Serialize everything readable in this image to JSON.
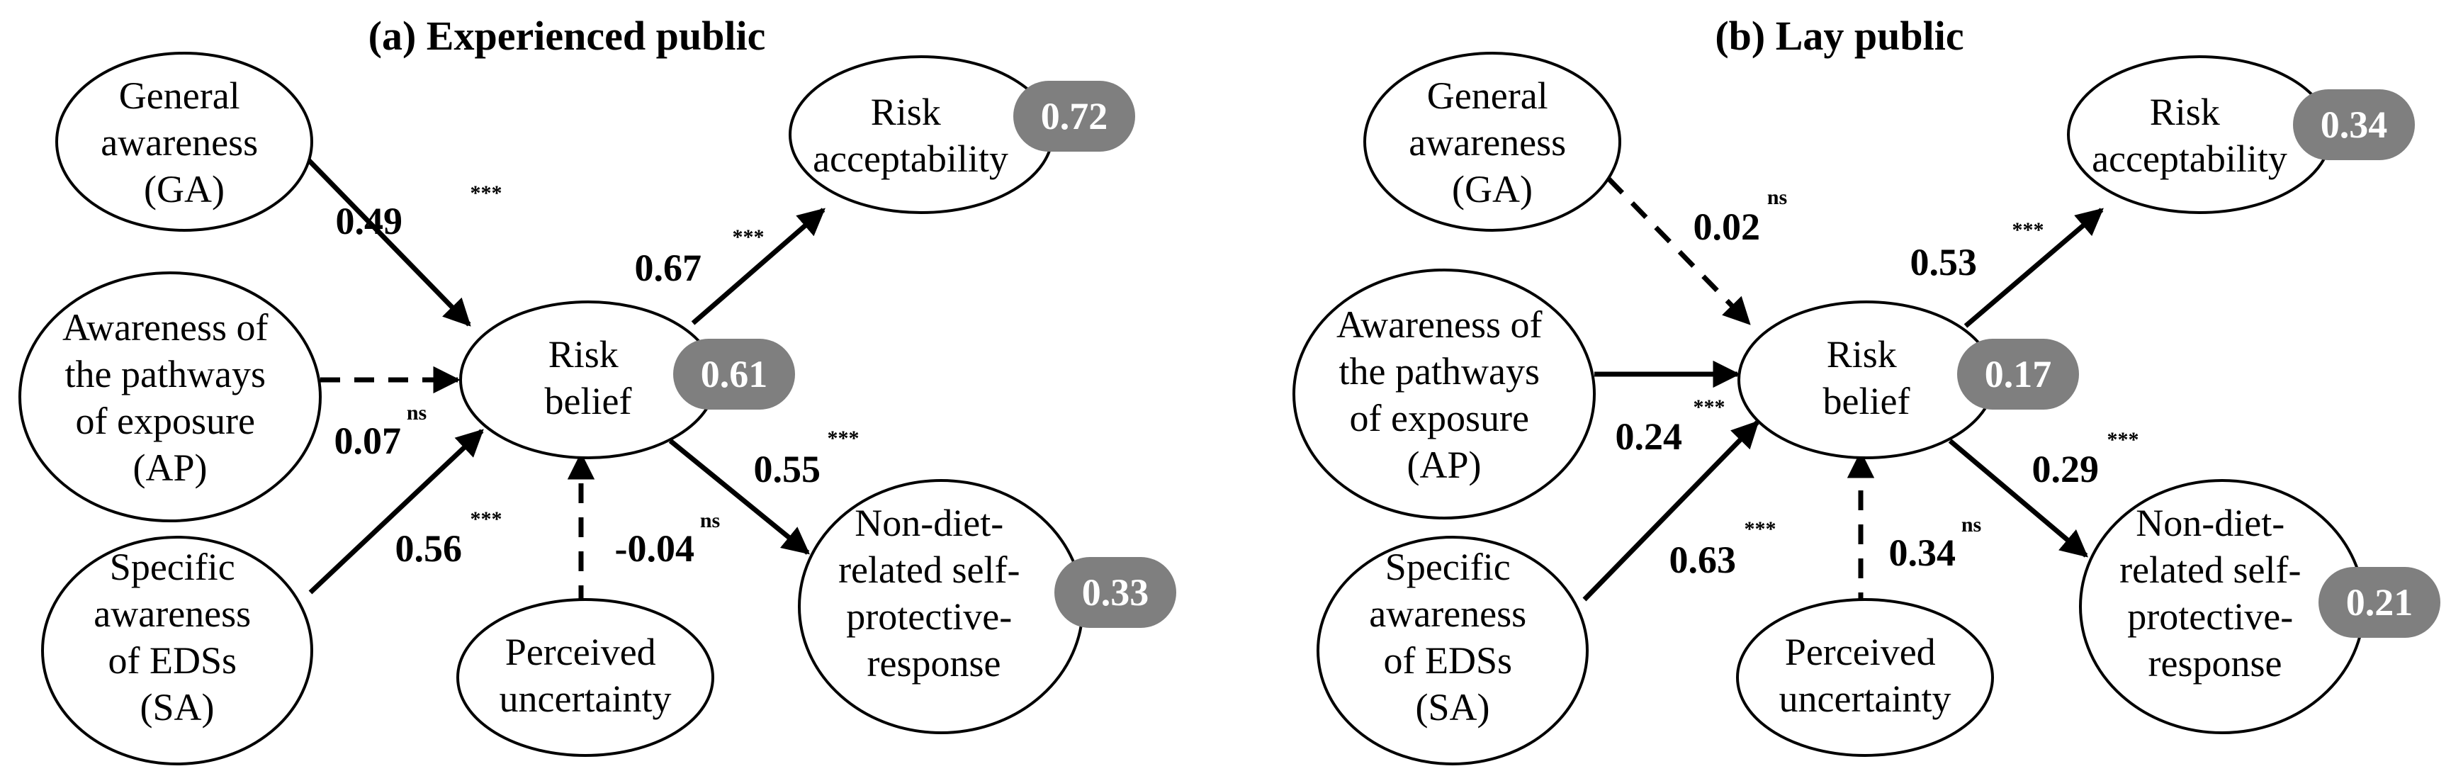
{
  "panels": [
    {
      "title": "(a) Experienced public",
      "nodes": {
        "ga": [
          "General",
          "awareness",
          "(GA)"
        ],
        "ap": [
          "Awareness of",
          "the pathways",
          "of exposure",
          "(AP)"
        ],
        "sa": [
          "Specific",
          "awareness",
          "of EDSs",
          "(SA)"
        ],
        "rb": [
          "Risk",
          "belief"
        ],
        "pu": [
          "Perceived",
          "uncertainty"
        ],
        "ra": [
          "Risk",
          "acceptability"
        ],
        "nd": [
          "Non-diet-",
          "related self-",
          "protective-",
          "response"
        ]
      },
      "r2": {
        "rb": "0.61",
        "ra": "0.72",
        "nd": "0.33"
      },
      "paths": [
        {
          "from": "ga",
          "to": "rb",
          "coef": "0.49",
          "sig": "***",
          "significant": true
        },
        {
          "from": "ap",
          "to": "rb",
          "coef": "0.07",
          "sig": "ns",
          "significant": false
        },
        {
          "from": "sa",
          "to": "rb",
          "coef": "0.56",
          "sig": "***",
          "significant": true
        },
        {
          "from": "pu",
          "to": "rb",
          "coef": "-0.04",
          "sig": "ns",
          "significant": false
        },
        {
          "from": "rb",
          "to": "ra",
          "coef": "0.67",
          "sig": "***",
          "significant": true
        },
        {
          "from": "rb",
          "to": "nd",
          "coef": "0.55",
          "sig": "***",
          "significant": true
        }
      ]
    },
    {
      "title": "(b) Lay public",
      "nodes": {
        "ga": [
          "General",
          "awareness",
          "(GA)"
        ],
        "ap": [
          "Awareness of",
          "the pathways",
          "of exposure",
          "(AP)"
        ],
        "sa": [
          "Specific",
          "awareness",
          "of EDSs",
          "(SA)"
        ],
        "rb": [
          "Risk",
          "belief"
        ],
        "pu": [
          "Perceived",
          "uncertainty"
        ],
        "ra": [
          "Risk",
          "acceptability"
        ],
        "nd": [
          "Non-diet-",
          "related self-",
          "protective-",
          "response"
        ]
      },
      "r2": {
        "rb": "0.17",
        "ra": "0.34",
        "nd": "0.21"
      },
      "paths": [
        {
          "from": "ga",
          "to": "rb",
          "coef": "0.02",
          "sig": "ns",
          "significant": false
        },
        {
          "from": "ap",
          "to": "rb",
          "coef": "0.24",
          "sig": "***",
          "significant": true
        },
        {
          "from": "sa",
          "to": "rb",
          "coef": "0.63",
          "sig": "***",
          "significant": true
        },
        {
          "from": "pu",
          "to": "rb",
          "coef": "0.34",
          "sig": "ns",
          "significant": false
        },
        {
          "from": "rb",
          "to": "ra",
          "coef": "0.53",
          "sig": "***",
          "significant": true
        },
        {
          "from": "rb",
          "to": "nd",
          "coef": "0.29",
          "sig": "***",
          "significant": true
        }
      ]
    }
  ]
}
